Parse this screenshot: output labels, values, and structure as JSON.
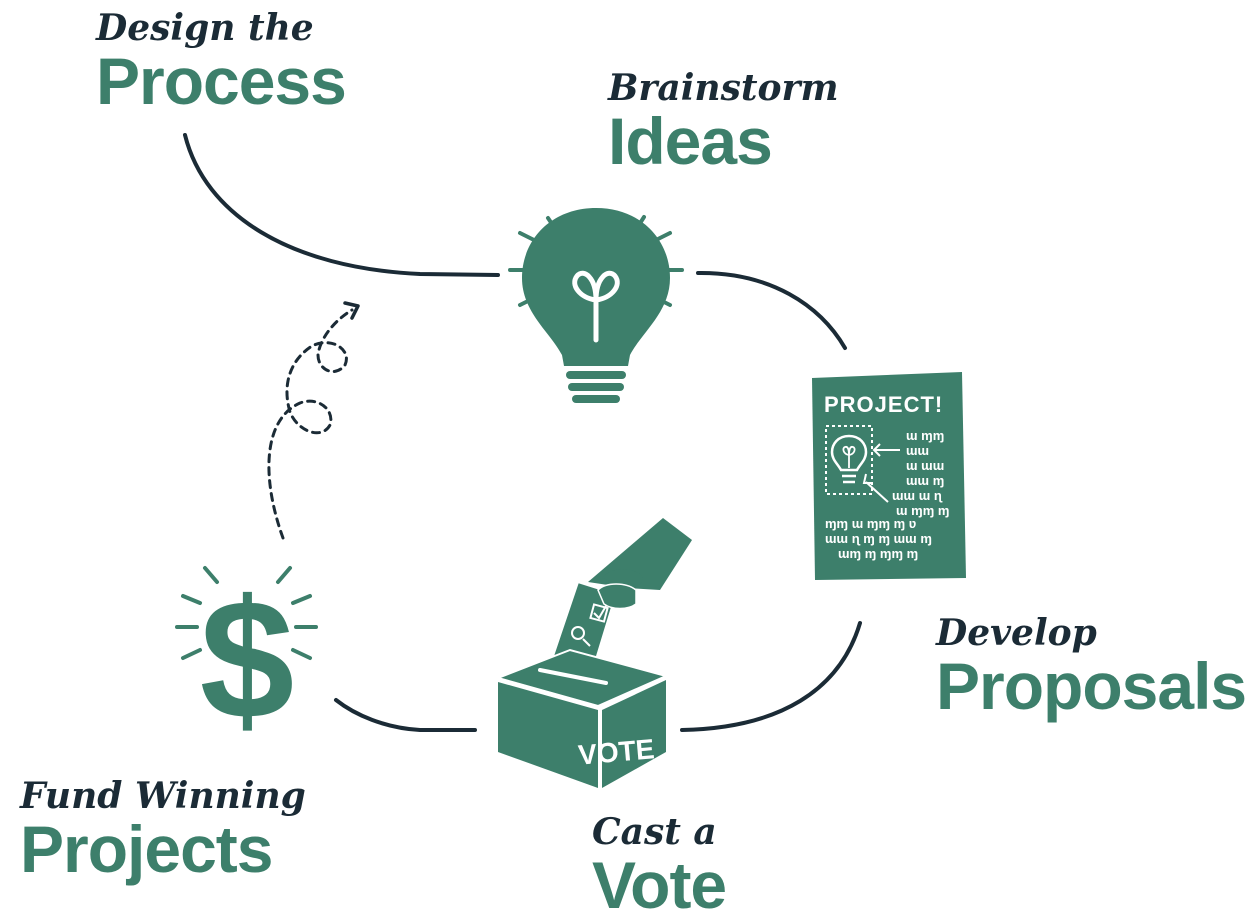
{
  "colors": {
    "accent": "#3d7f6b",
    "ink": "#1b2b36",
    "paper": "#ffffff"
  },
  "steps": {
    "design": {
      "small": "Design the",
      "big": "Process"
    },
    "brainstorm": {
      "small": "Brainstorm",
      "big": "Ideas"
    },
    "develop": {
      "small": "Develop",
      "big": "Proposals"
    },
    "vote": {
      "small": "Cast a",
      "big": "Vote"
    },
    "fund": {
      "small": "Fund Winning",
      "big": "Projects"
    }
  },
  "icons": {
    "bulb": "lightbulb-icon",
    "poster": "project-poster-icon",
    "ballot_box": "ballot-box-icon",
    "dollar": "dollar-icon",
    "arrow": "dashed-arrow-icon"
  },
  "poster": {
    "title": "PROJECT!",
    "scribbles": [
      "ɯ ɱɱ",
      "ɯɯ",
      "ɯ ɯɯ",
      "ɯɯ ɱ",
      "ɯɯ ɯ ɳ",
      "ɯ ɱɱ ɱ"
    ],
    "scribbles_wide": [
      "ɱɱ ɯ ɱɱ ɱ ʋ",
      "ɯɯ ɳ ɱ ɱ ɯɯ ɱ",
      "ɯɱ ɱ ɱɱ ɱ"
    ]
  },
  "ballot_box": {
    "label": "VOTE"
  },
  "dollar": {
    "glyph": "$"
  }
}
